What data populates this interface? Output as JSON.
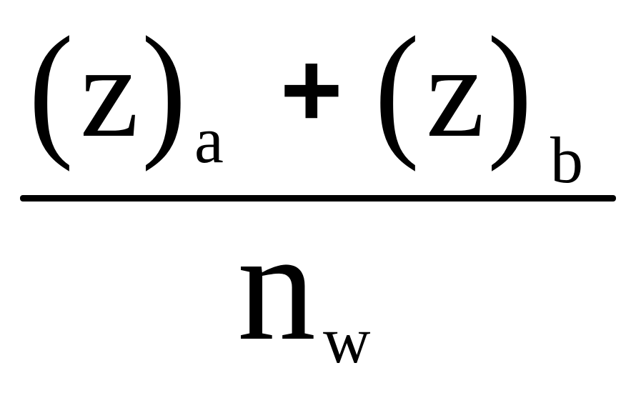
{
  "formula": {
    "numerator": {
      "term_a": {
        "open_paren": "(",
        "variable": "z",
        "close_paren": ")",
        "subscript": "a"
      },
      "operator": "+",
      "term_b": {
        "open_paren": "(",
        "variable": "z",
        "close_paren": ")",
        "subscript": "b"
      }
    },
    "denominator": {
      "variable": "n",
      "subscript": "w"
    }
  }
}
